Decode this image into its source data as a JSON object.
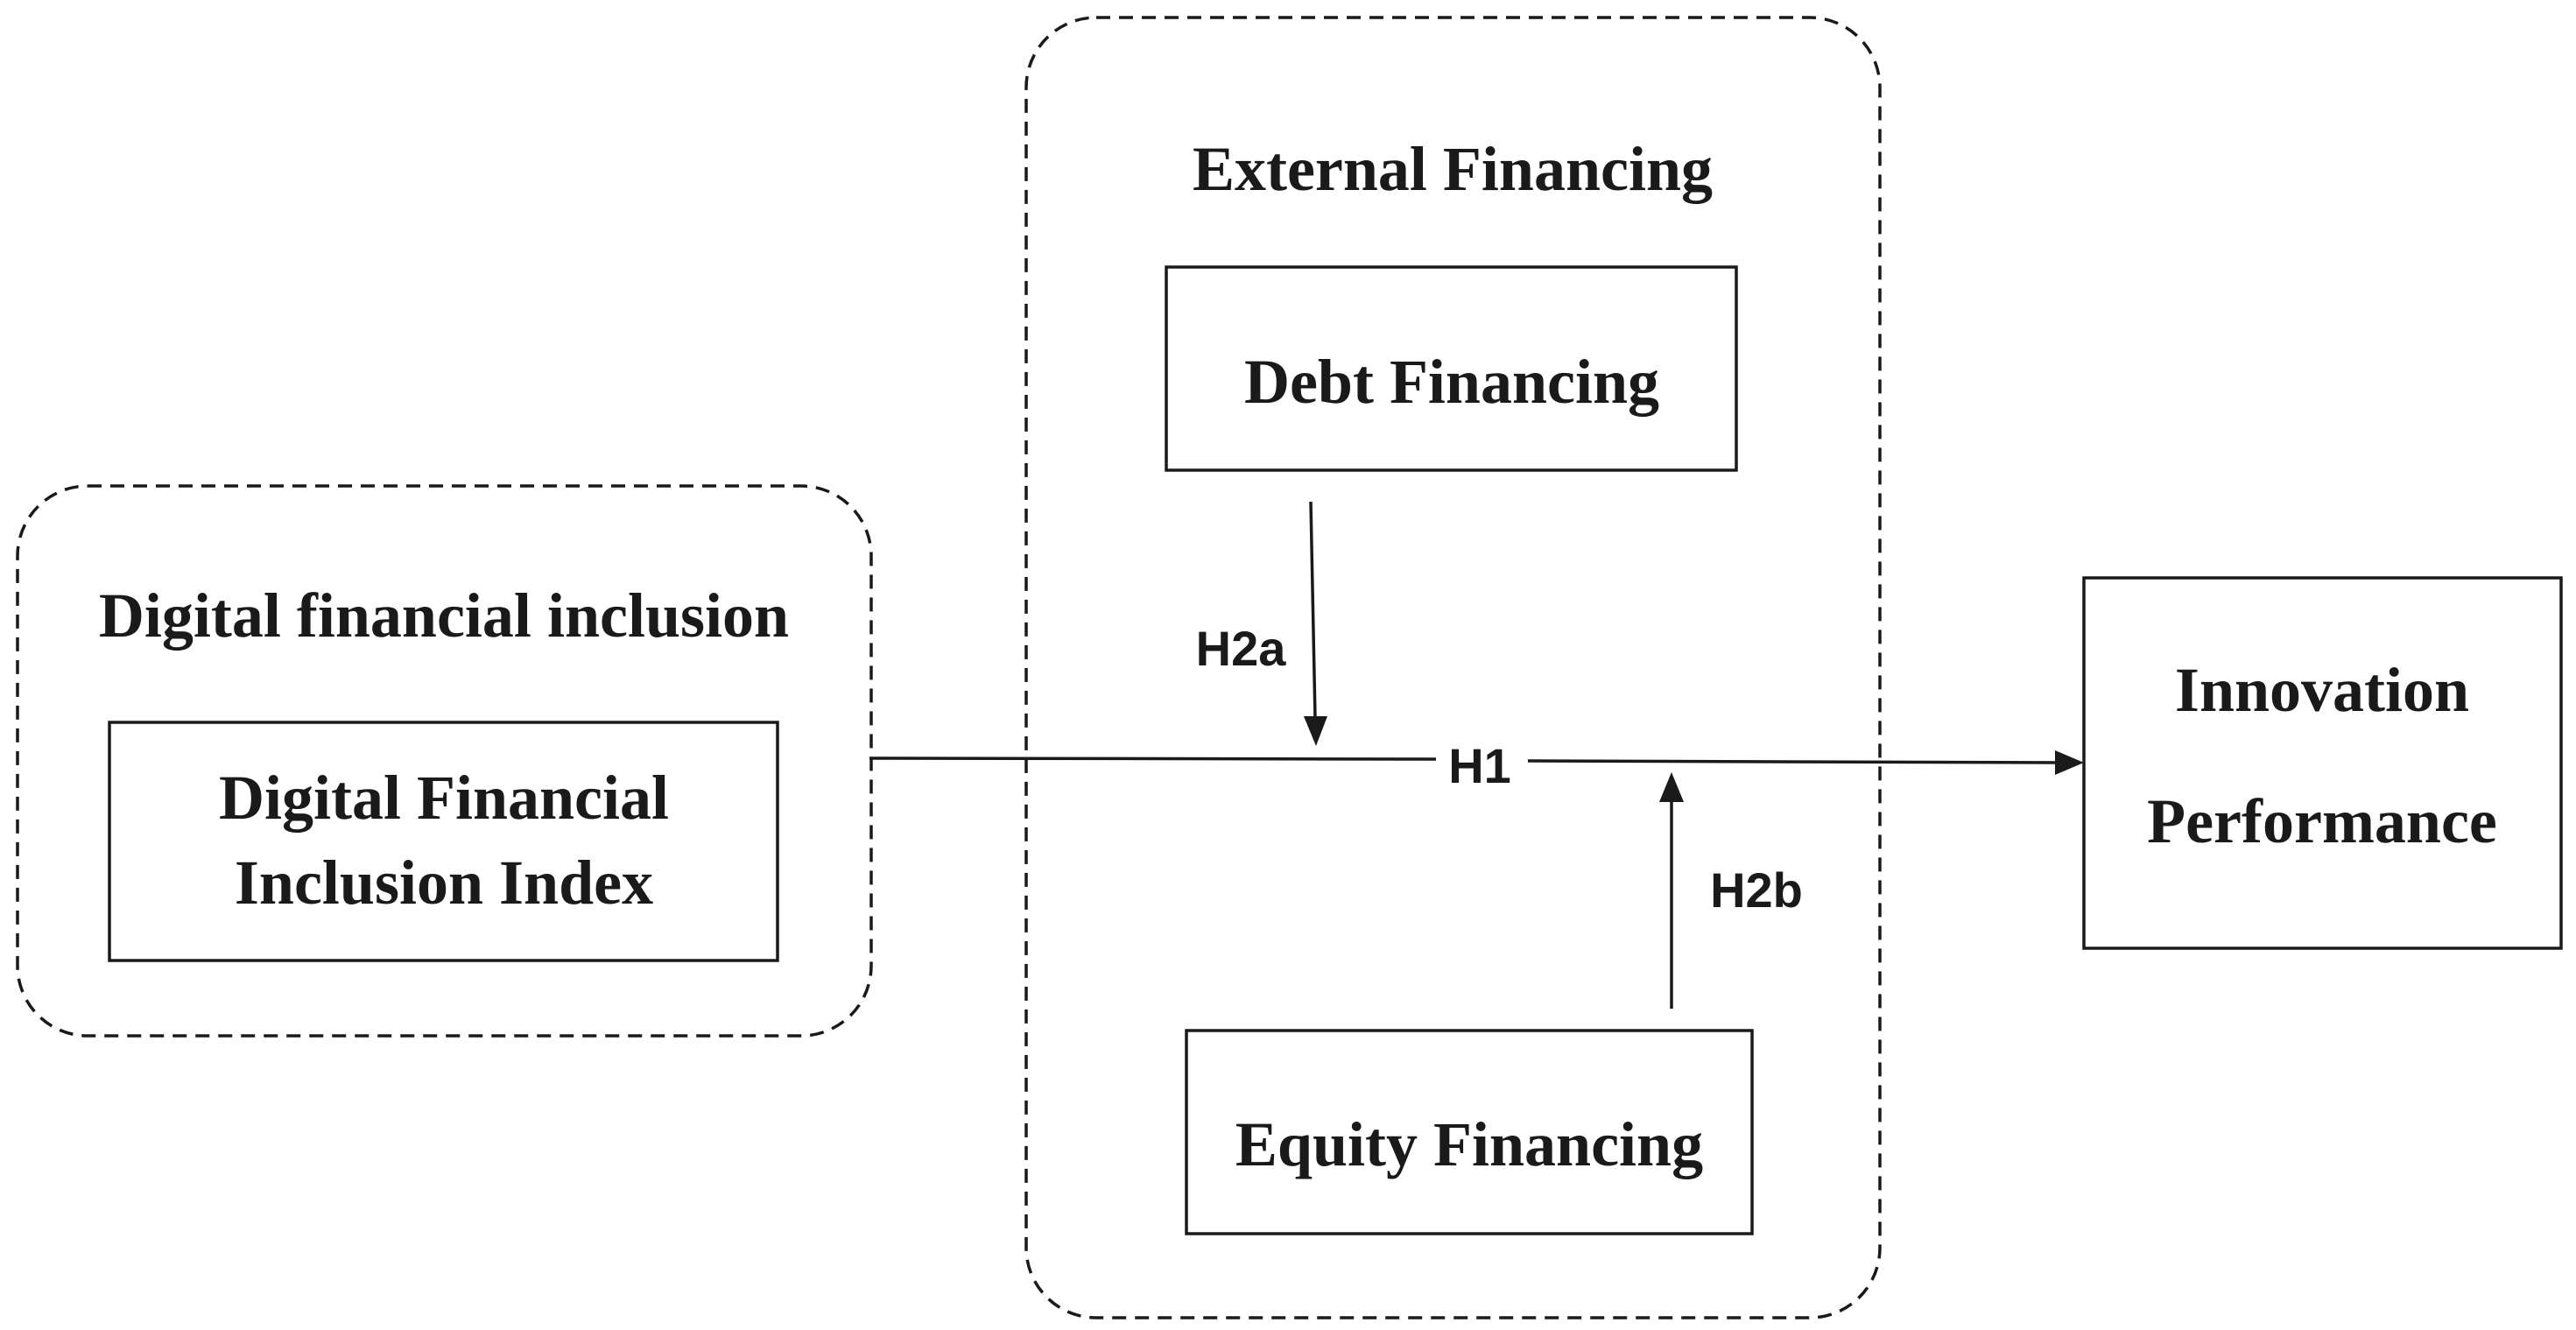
{
  "groups": {
    "digital_inclusion": {
      "title": "Digital financial inclusion"
    },
    "external_financing": {
      "title": "External Financing"
    }
  },
  "nodes": {
    "dfi_index": {
      "line1": "Digital Financial",
      "line2": "Inclusion Index"
    },
    "debt_financing": {
      "label": "Debt Financing"
    },
    "equity_financing": {
      "label": "Equity Financing"
    },
    "innovation_performance": {
      "line1": "Innovation",
      "line2": "Performance"
    }
  },
  "edges": {
    "h1": {
      "label": "H1"
    },
    "h2a": {
      "label": "H2a"
    },
    "h2b": {
      "label": "H2b"
    }
  },
  "colors": {
    "stroke": "#1a1a1a",
    "background": "#ffffff"
  }
}
